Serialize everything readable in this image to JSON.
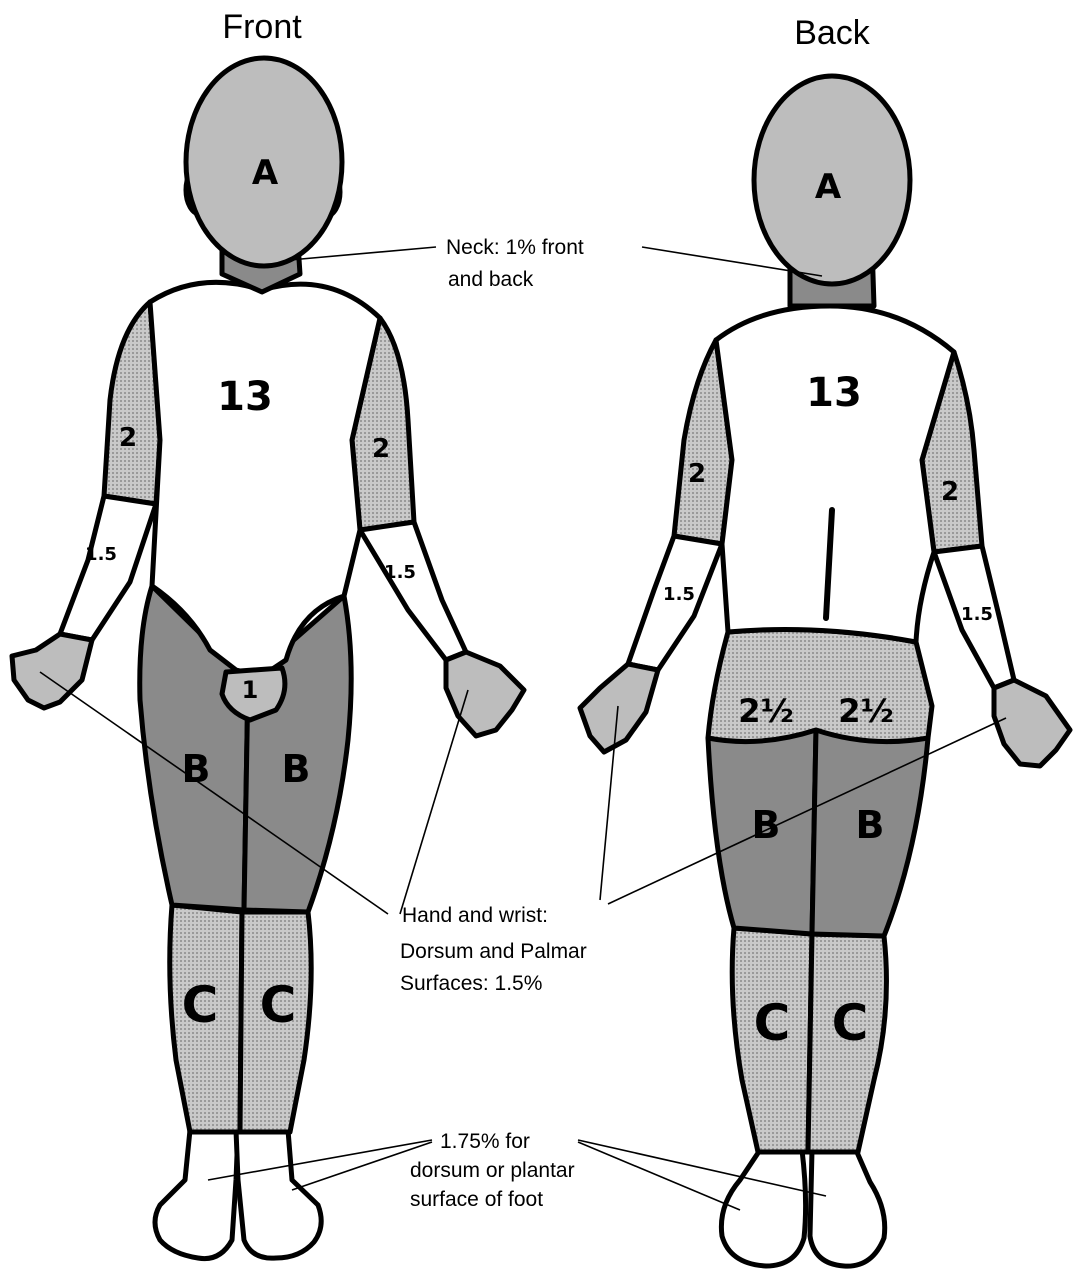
{
  "titles": {
    "front": "Front",
    "back": "Back"
  },
  "labels": {
    "head": "A",
    "trunk": "13",
    "upper_arm": "2",
    "forearm": "1.5",
    "genitalia": "1",
    "thigh": "B",
    "lower_leg": "C",
    "buttock": "2½"
  },
  "notes": {
    "neck_line1": "Neck: 1% front",
    "neck_line2": "and back",
    "hand_line1": "Hand and wrist:",
    "hand_line2": "Dorsum and Palmar",
    "hand_line3": "Surfaces:  1.5%",
    "foot_line1": "1.75% for",
    "foot_line2": "dorsum or plantar",
    "foot_line3": "surface of foot"
  },
  "colors": {
    "dark_gray": "#8a8a8a",
    "mid_gray": "#a2a2a2",
    "light_gray": "#bdbdbd",
    "white": "#ffffff",
    "outline": "#000000"
  }
}
